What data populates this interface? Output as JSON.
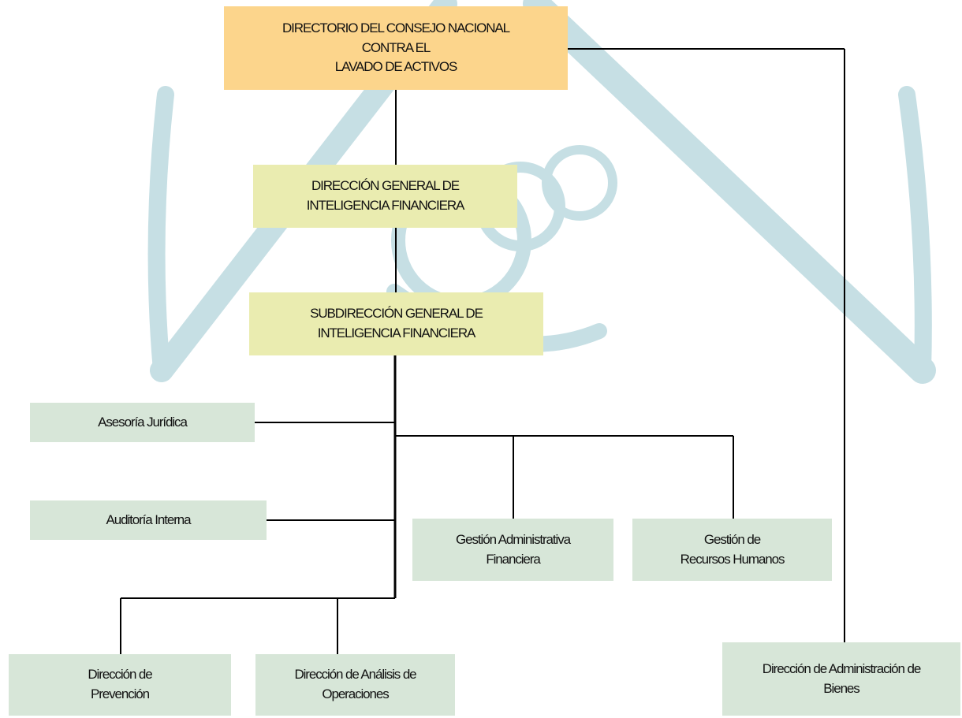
{
  "colors": {
    "background": "#ffffff",
    "root_box": "#fcd58c",
    "main_box": "#eaecb0",
    "unit_box": "#d7e6d8",
    "watermark": "#c6dfe4",
    "connector": "#000000"
  },
  "watermark": {
    "icon": "triangle-with-circles-logo-icon"
  },
  "org_chart": {
    "directorio": {
      "line1": "DIRECTORIO DEL CONSEJO NACIONAL",
      "line2": "CONTRA EL",
      "line3": "LAVADO DE ACTIVOS"
    },
    "direccion_general": {
      "line1": "DIRECCIÓN GENERAL DE",
      "line2": "INTELIGENCIA FINANCIERA"
    },
    "subdireccion_general": {
      "line1": "SUBDIRECCIÓN GENERAL DE",
      "line2": "INTELIGENCIA FINANCIERA"
    },
    "asesoria_juridica": {
      "line1": "Asesoría Jurídica"
    },
    "auditoria_interna": {
      "line1": "Auditoría Interna"
    },
    "gestion_administrativa": {
      "line1": "Gestión Administrativa",
      "line2": "Financiera"
    },
    "gestion_rrhh": {
      "line1": "Gestión de",
      "line2": "Recursos Humanos"
    },
    "direccion_prevencion": {
      "line1": "Dirección de",
      "line2": "Prevención"
    },
    "direccion_analisis": {
      "line1": "Dirección de Análisis de",
      "line2": "Operaciones"
    },
    "direccion_bienes": {
      "line1": "Dirección de Administración de",
      "line2": "Bienes"
    }
  }
}
